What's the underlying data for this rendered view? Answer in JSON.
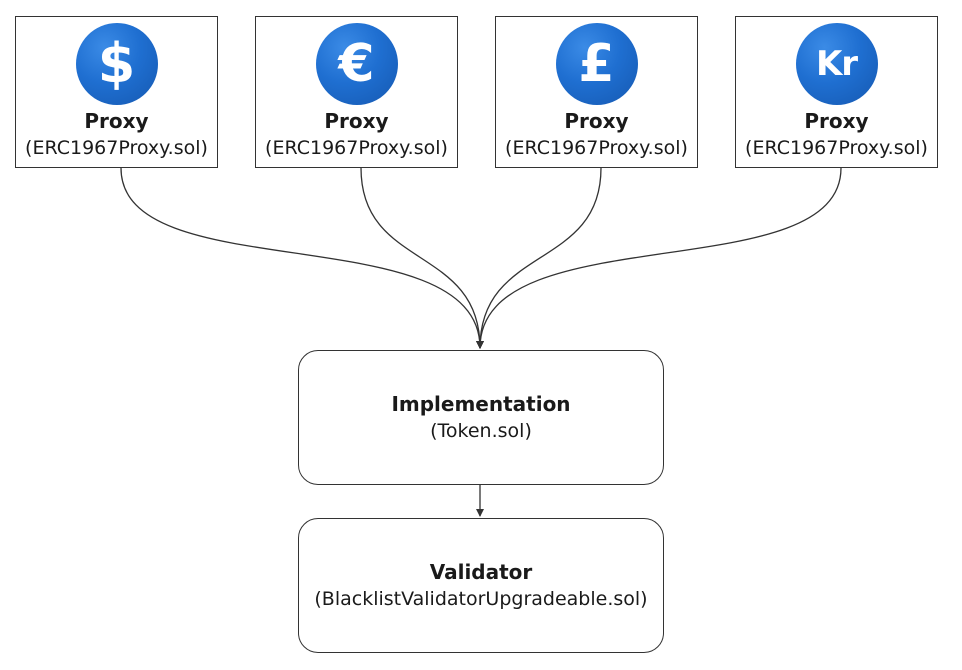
{
  "proxies": [
    {
      "icon": "dollar-icon",
      "symbol": "$",
      "title": "Proxy",
      "subtitle": "(ERC1967Proxy.sol)"
    },
    {
      "icon": "euro-icon",
      "symbol": "€",
      "title": "Proxy",
      "subtitle": "(ERC1967Proxy.sol)"
    },
    {
      "icon": "pound-icon",
      "symbol": "£",
      "title": "Proxy",
      "subtitle": "(ERC1967Proxy.sol)"
    },
    {
      "icon": "krone-icon",
      "symbol": "Kr",
      "title": "Proxy",
      "subtitle": "(ERC1967Proxy.sol)"
    }
  ],
  "implementation": {
    "title": "Implementation",
    "subtitle": "(Token.sol)"
  },
  "validator": {
    "title": "Validator",
    "subtitle": "(BlacklistValidatorUpgradeable.sol)"
  },
  "colors": {
    "coin": "#1f6fd1",
    "stroke": "#333333"
  }
}
